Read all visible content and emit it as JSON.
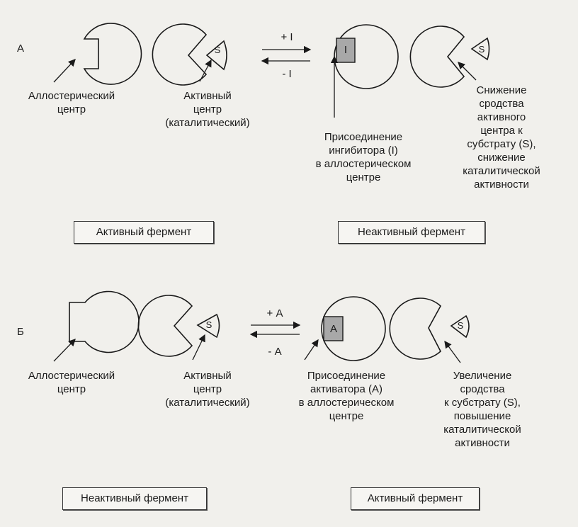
{
  "panel_a": {
    "letter": "А",
    "allosteric_center": "Аллостерический\nцентр",
    "active_center": "Активный\nцентр\n(каталитический)",
    "substrate": "S",
    "inhibitor": "I",
    "arrow_forward": "+ I",
    "arrow_back": "- I",
    "inhibitor_binding": "Присоединение\nингибитора (I)\nв аллостерическом\nцентре",
    "affinity_decrease": "Снижение\nсродства\nактивного\nцентра к\nсубстрату (S),\nснижение\nкаталитической\nактивности",
    "left_box": "Активный фермент",
    "right_box": "Неактивный фермент"
  },
  "panel_b": {
    "letter": "Б",
    "allosteric_center": "Аллостерический\nцентр",
    "active_center": "Активный\nцентр\n(каталитический)",
    "substrate": "S",
    "activator": "A",
    "arrow_forward": "+ А",
    "arrow_back": "- А",
    "activator_binding": "Присоединение\nактиватора (А)\nв аллостерическом\nцентре",
    "affinity_increase": "Увеличение\nсродства\nк субстрату (S),\nповышение\nкаталитической\nактивности",
    "left_box": "Неактивный фермент",
    "right_box": "Активный фермент"
  }
}
